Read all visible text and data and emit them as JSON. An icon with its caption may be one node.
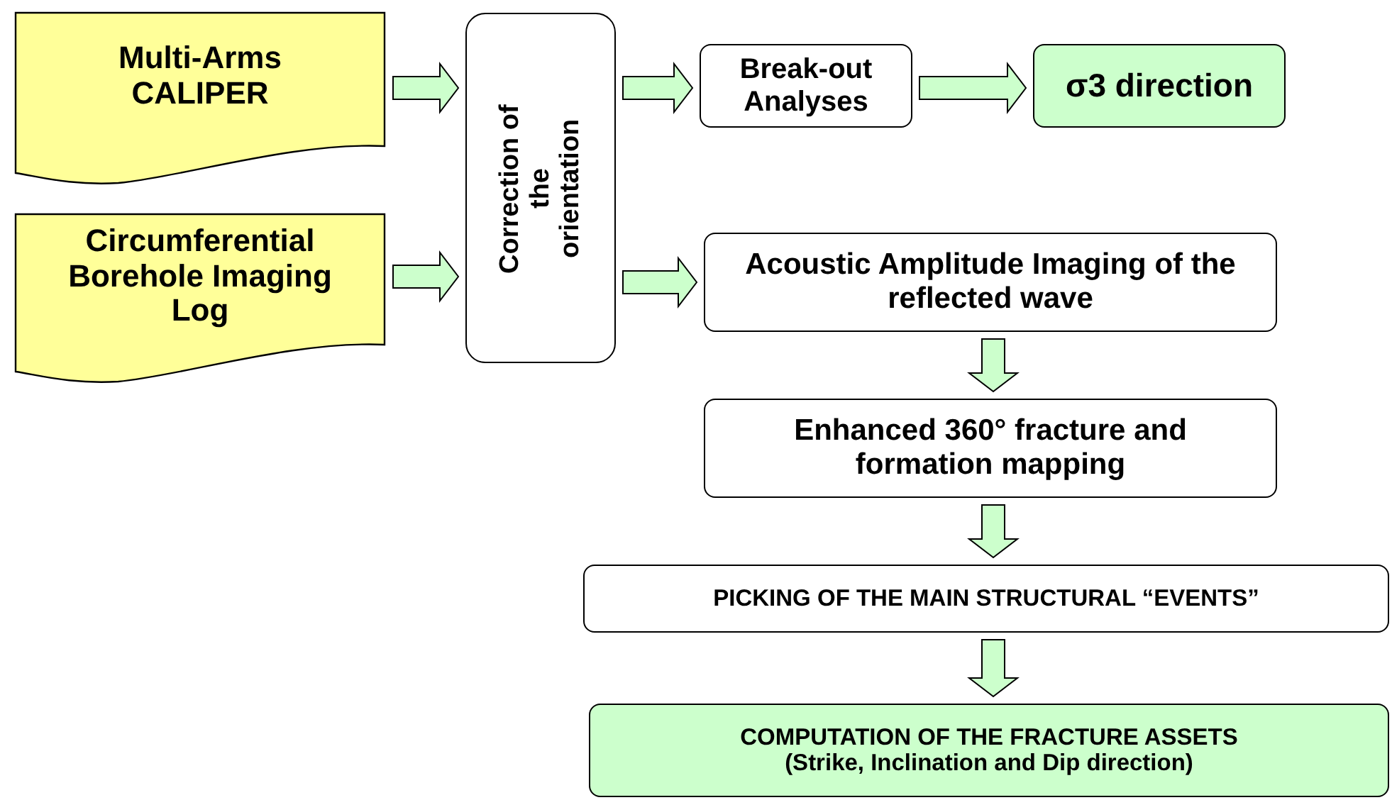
{
  "diagram": {
    "nodes": [
      {
        "text": [
          "Multi-Arms CALIPER"
        ]
      },
      {
        "text": [
          "Circumferential Borehole Imaging Log"
        ]
      },
      {
        "text": [
          "Correction of the orientation"
        ]
      },
      {
        "text": [
          "Break-out Analyses"
        ]
      },
      {
        "text": [
          "σ3 direction"
        ]
      },
      {
        "text": [
          "Acoustic Amplitude Imaging of the reflected wave"
        ]
      },
      {
        "text": [
          "Enhanced 360° fracture and formation mapping"
        ]
      },
      {
        "text": [
          "PICKING OF THE MAIN STRUCTURAL “EVENTS”"
        ]
      },
      {
        "text": [
          "COMPUTATION OF THE FRACTURE ASSETS",
          "(Strike, Inclination and Dip direction)"
        ]
      }
    ],
    "edges": [
      {
        "from": 0,
        "to": 2,
        "arrow": "to"
      },
      {
        "from": 1,
        "to": 2,
        "arrow": "to"
      },
      {
        "from": 2,
        "to": 3,
        "arrow": "to"
      },
      {
        "from": 3,
        "to": 4,
        "arrow": "to"
      },
      {
        "from": 2,
        "to": 5,
        "arrow": "to"
      },
      {
        "from": 5,
        "to": 6,
        "arrow": "to"
      },
      {
        "from": 6,
        "to": 7,
        "arrow": "to"
      },
      {
        "from": 7,
        "to": 8,
        "arrow": "to"
      }
    ]
  }
}
